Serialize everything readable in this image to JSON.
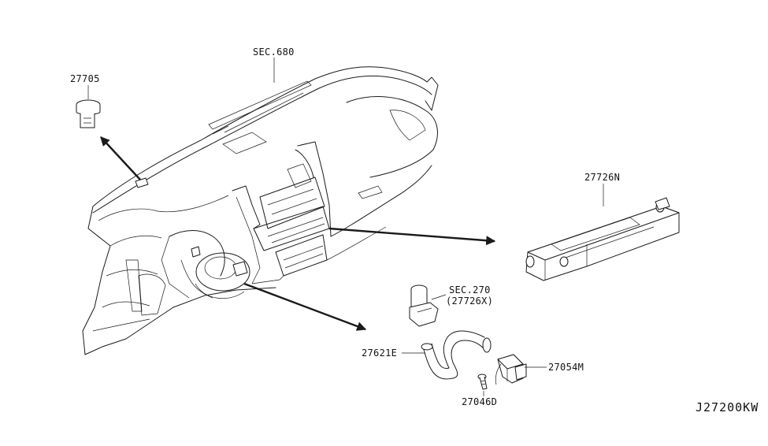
{
  "labels": {
    "sec680": "SEC.680",
    "p27705": "27705",
    "p27726n": "27726N",
    "sec270": "SEC.270",
    "p27726x": "(27726X)",
    "p27621e": "27621E",
    "p27054m": "27054M",
    "p27046d": "27046D"
  },
  "diagram_code": "J27200KW"
}
